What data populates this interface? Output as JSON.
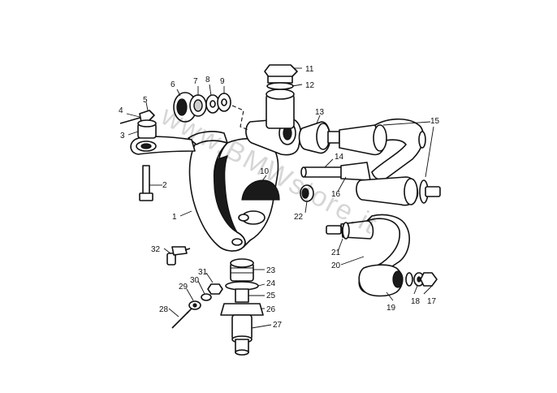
{
  "watermark": "www.BMWstore.it",
  "callouts": [
    {
      "id": "c1",
      "label": "1"
    },
    {
      "id": "c2",
      "label": "2"
    },
    {
      "id": "c3",
      "label": "3"
    },
    {
      "id": "c4",
      "label": "4"
    },
    {
      "id": "c5",
      "label": "5"
    },
    {
      "id": "c6",
      "label": "6"
    },
    {
      "id": "c7",
      "label": "7"
    },
    {
      "id": "c8",
      "label": "8"
    },
    {
      "id": "c9",
      "label": "9"
    },
    {
      "id": "c10",
      "label": "10"
    },
    {
      "id": "c11",
      "label": "11"
    },
    {
      "id": "c12",
      "label": "12"
    },
    {
      "id": "c13",
      "label": "13"
    },
    {
      "id": "c14",
      "label": "14"
    },
    {
      "id": "c15",
      "label": "15"
    },
    {
      "id": "c16",
      "label": "16"
    },
    {
      "id": "c17",
      "label": "17"
    },
    {
      "id": "c18",
      "label": "18"
    },
    {
      "id": "c19",
      "label": "19"
    },
    {
      "id": "c20",
      "label": "20"
    },
    {
      "id": "c21",
      "label": "21"
    },
    {
      "id": "c22",
      "label": "22"
    },
    {
      "id": "c23",
      "label": "23"
    },
    {
      "id": "c24",
      "label": "24"
    },
    {
      "id": "c25",
      "label": "25"
    },
    {
      "id": "c26",
      "label": "26"
    },
    {
      "id": "c27",
      "label": "27"
    },
    {
      "id": "c28",
      "label": "28"
    },
    {
      "id": "c29",
      "label": "29"
    },
    {
      "id": "c30",
      "label": "30"
    },
    {
      "id": "c31",
      "label": "31"
    },
    {
      "id": "c32",
      "label": "32"
    }
  ]
}
